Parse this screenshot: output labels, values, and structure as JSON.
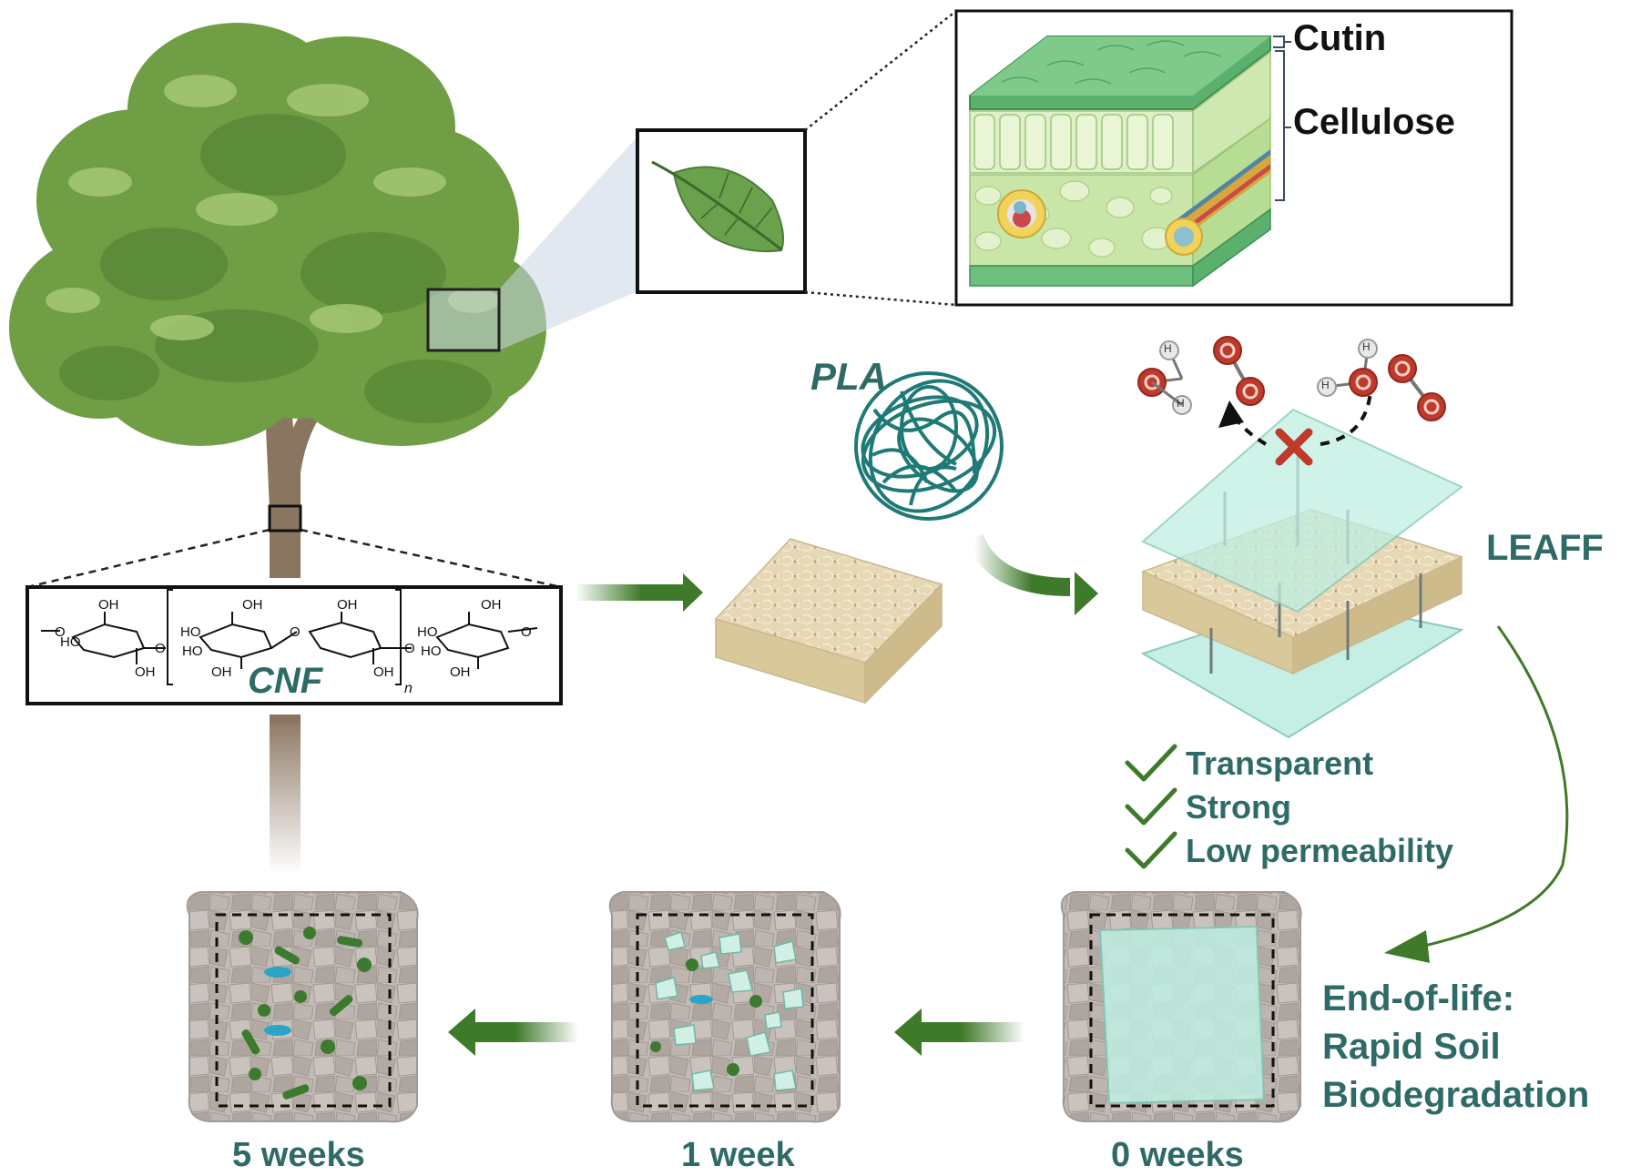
{
  "labels": {
    "cutin": "Cutin",
    "cellulose": "Cellulose",
    "pla": "PLA",
    "leaff": "LEAFF",
    "cnf": "CNF",
    "subscript_n": "n"
  },
  "chemistry": {
    "oh": "OH",
    "ho": "HO",
    "o": "O",
    "h": "H"
  },
  "properties": [
    "Transparent",
    "Strong",
    "Low permeability"
  ],
  "end_of_life": [
    "End-of-life:",
    "Rapid Soil",
    "Biodegradation"
  ],
  "stages": [
    "5 weeks",
    "1 week",
    "0 weeks"
  ],
  "colors": {
    "teal_text": "#2f6b66",
    "arrow_green": "#3f7a2a",
    "leaf_green": "#5f9a45",
    "film_cyan": "#b9ece0",
    "foam_tan": "#e6d8b4",
    "soil_grey": "#b5aca6",
    "oxygen_red": "#c0392b",
    "cross_red": "#c0392b"
  },
  "icons": [
    "tree-icon",
    "leaf-icon",
    "leaf-cross-section-icon",
    "pla-coil-icon",
    "oxygen-molecule-icon",
    "water-molecule-icon",
    "block-icon",
    "check-icon",
    "cross-icon",
    "microbe-icon"
  ]
}
